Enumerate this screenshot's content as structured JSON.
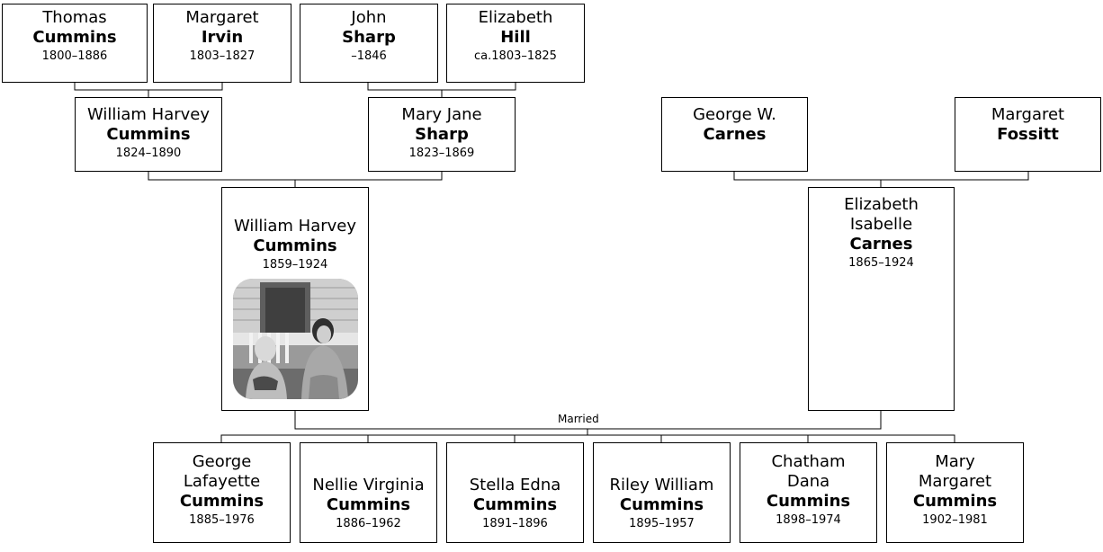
{
  "people": {
    "thomas": {
      "given": "Thomas",
      "surname": "Cummins",
      "dates": "1800–1886"
    },
    "margaret_i": {
      "given": "Margaret",
      "surname": "Irvin",
      "dates": "1803–1827"
    },
    "john": {
      "given": "John",
      "surname": "Sharp",
      "dates": "–1846"
    },
    "elizabeth_h": {
      "given": "Elizabeth",
      "surname": "Hill",
      "dates": "ca.1803–1825"
    },
    "william_sr": {
      "given": "William Harvey",
      "surname": "Cummins",
      "dates": "1824–1890"
    },
    "mary_jane": {
      "given": "Mary Jane",
      "surname": "Sharp",
      "dates": "1823–1869"
    },
    "george_w": {
      "given": "George W.",
      "surname": "Carnes"
    },
    "margaret_f": {
      "given": "Margaret",
      "surname": "Fossitt"
    },
    "william_jr": {
      "given": "William Harvey",
      "surname": "Cummins",
      "dates": "1859–1924"
    },
    "elizabeth_c": {
      "given1": "Elizabeth",
      "given2": "Isabelle",
      "surname": "Carnes",
      "dates": "1865–1924"
    }
  },
  "marriage_label": "Married",
  "children": [
    {
      "given1": "George",
      "given2": "Lafayette",
      "surname": "Cummins",
      "dates": "1885–1976"
    },
    {
      "given1": "Nellie Virginia",
      "surname": "Cummins",
      "dates": "1886–1962"
    },
    {
      "given1": "Stella Edna",
      "surname": "Cummins",
      "dates": "1891–1896"
    },
    {
      "given1": "Riley William",
      "surname": "Cummins",
      "dates": "1895–1957"
    },
    {
      "given1": "Chatham",
      "given2": "Dana",
      "surname": "Cummins",
      "dates": "1898–1974"
    },
    {
      "given1": "Mary",
      "given2": "Margaret",
      "surname": "Cummins",
      "dates": "1902–1981"
    }
  ]
}
